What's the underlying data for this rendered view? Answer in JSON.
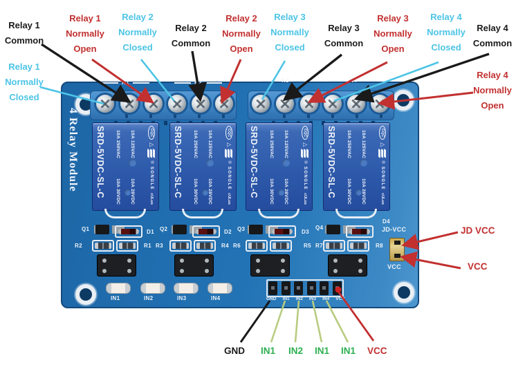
{
  "colors": {
    "annotation_black": "#1a1a1a",
    "annotation_red": "#c23030",
    "annotation_cyan": "#4cc4e6",
    "annotation_green": "#2daf50",
    "line_pale_green": "#b8cc80",
    "pcb_blue": "#2273b5",
    "relay_blue": "#2e5aab",
    "silkscreen_white": "#eef3f8"
  },
  "top_labels": [
    {
      "l1": "Relay 1",
      "l2": "Common"
    },
    {
      "l1": "Relay 1",
      "l2": "Normally",
      "l3": "Open"
    },
    {
      "l1": "Relay 2",
      "l2": "Normally",
      "l3": "Closed"
    },
    {
      "l1": "Relay 2",
      "l2": "Common"
    },
    {
      "l1": "Relay 2",
      "l2": "Normally",
      "l3": "Open"
    },
    {
      "l1": "Relay 3",
      "l2": "Normally",
      "l3": "Closed"
    },
    {
      "l1": "Relay 3",
      "l2": "Common"
    },
    {
      "l1": "Relay 3",
      "l2": "Normally",
      "l3": "Open"
    },
    {
      "l1": "Relay 4",
      "l2": "Normally",
      "l3": "Closed"
    },
    {
      "l1": "Relay 4",
      "l2": "Common"
    }
  ],
  "side_labels": {
    "left": {
      "l1": "Relay 1",
      "l2": "Normally",
      "l3": "Closed"
    },
    "right": {
      "l1": "Relay 4",
      "l2": "Normally",
      "l3": "Open"
    },
    "jd_vcc": "JD VCC",
    "vcc": "VCC"
  },
  "bottom_labels": [
    {
      "text": "GND"
    },
    {
      "text": "IN1"
    },
    {
      "text": "IN2"
    },
    {
      "text": "IN1"
    },
    {
      "text": "IN1"
    },
    {
      "text": "VCC"
    }
  ],
  "board": {
    "title": "4 Relay Module",
    "relay_group_labels": [
      "K1",
      "K2",
      "K3",
      "K4"
    ],
    "relay": {
      "model": "SRD-5VDC-SL-C",
      "col1_top": "10A 250VAC",
      "col1_bottom": "10A 30VDC",
      "col2_top": "10A 125VAC",
      "col2_bottom": "10A 28VDC",
      "brand": "SONGLE",
      "cert": "CQC",
      "warn": "△",
      "reg": "®",
      "ul": "cULus"
    },
    "q_labels": [
      "Q1",
      "Q2",
      "Q3",
      "Q4"
    ],
    "d_labels": [
      "D1",
      "D2",
      "D3",
      "D4"
    ],
    "r_labels": [
      "R2",
      "R1",
      "R3",
      "R4",
      "R6",
      "R5",
      "R7",
      "R8"
    ],
    "led_labels": [
      "IN1",
      "IN2",
      "IN3",
      "IN4"
    ],
    "header_pins": [
      "GND",
      "IN1",
      "IN2",
      "IN3",
      "IN4",
      "VCC"
    ],
    "jumper": {
      "d4": "D4",
      "top": "JD-VCC",
      "bottom": "VCC"
    }
  }
}
